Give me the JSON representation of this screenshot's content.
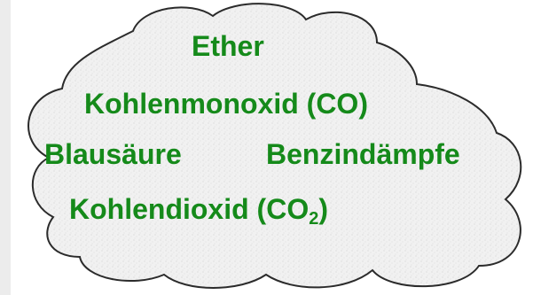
{
  "colors": {
    "text": "#158a1a",
    "cloud_fill": "#efefef",
    "cloud_outline": "#2b2b2b",
    "side_strip": "#ececec"
  },
  "cloud": {
    "terms": {
      "ether": "Ether",
      "kohlenmonoxid": "Kohlenmonoxid (CO)",
      "blausaeure": "Blausäure",
      "benzindaempfe": "Benzindämpfe",
      "kohlendioxid_prefix": "Kohlendioxid (CO",
      "kohlendioxid_subscript": "2",
      "kohlendioxid_suffix": ")"
    }
  }
}
